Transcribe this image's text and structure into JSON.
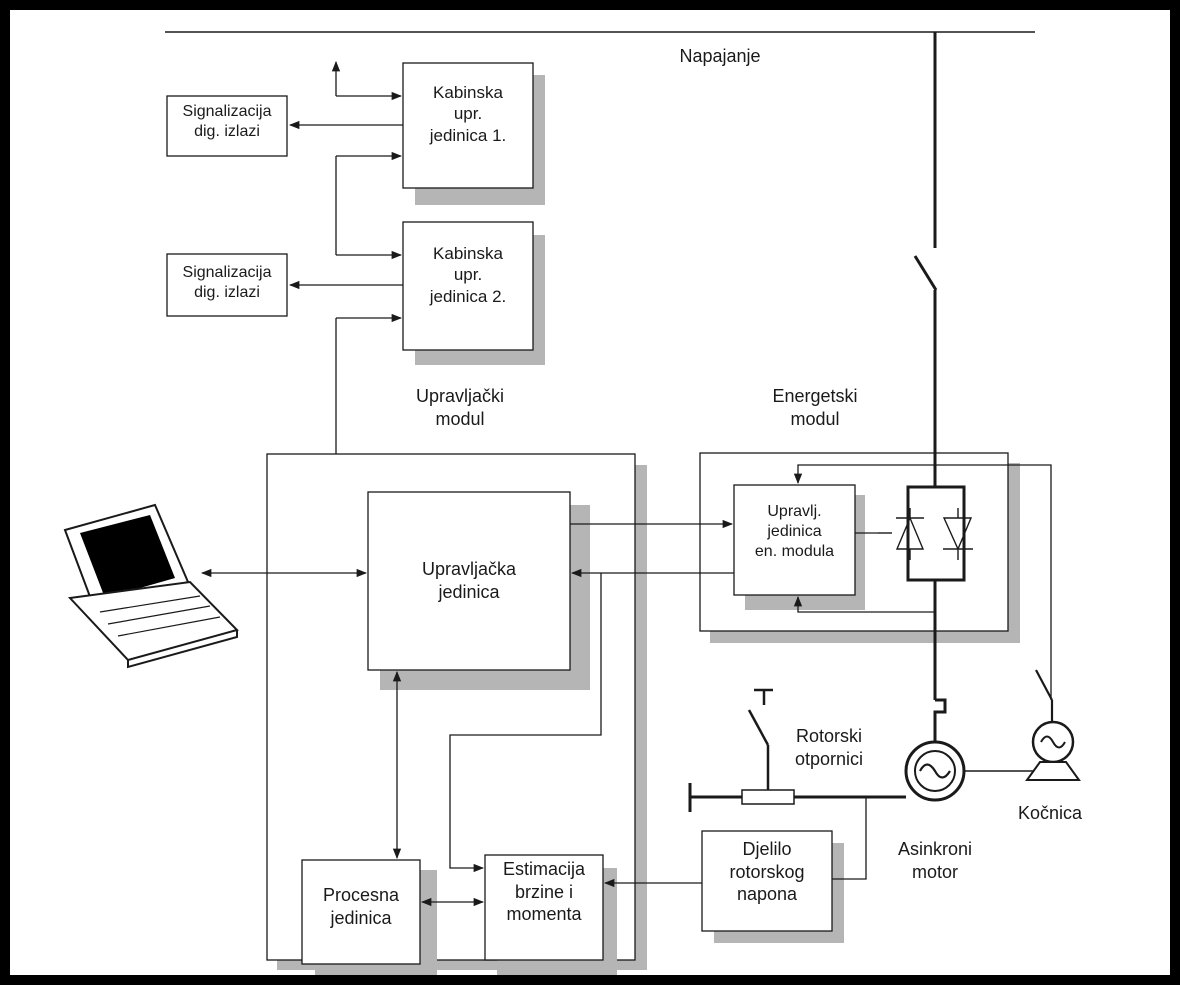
{
  "power_label": "Napajanje",
  "cabin1": [
    "Kabinska",
    "upr.",
    "jedinica 1."
  ],
  "cabin2": [
    "Kabinska",
    "upr.",
    "jedinica 2."
  ],
  "signal1": [
    "Signalizacija",
    "dig. izlazi"
  ],
  "signal2": [
    "Signalizacija",
    "dig. izlazi"
  ],
  "control_module_title": [
    "Upravljački",
    "modul"
  ],
  "energy_module_title": [
    "Energetski",
    "modul"
  ],
  "control_unit": [
    "Upravljačka",
    "jedinica"
  ],
  "energy_control_unit": [
    "Upravlj.",
    "jedinica",
    "en. modula"
  ],
  "process_unit": [
    "Procesna",
    "jedinica"
  ],
  "estimation_unit": [
    "Estimacija",
    "brzine i",
    "momenta"
  ],
  "voltage_divider": [
    "Djelilo",
    "rotorskog",
    "napona"
  ],
  "rotor_resistors": [
    "Rotorski",
    "otpornici"
  ],
  "motor": [
    "Asinkroni",
    "motor"
  ],
  "brake": "Kočnica",
  "colors": {
    "frame": "#000000",
    "paper": "#ffffff",
    "shadow": "#b5b5b5",
    "ink": "#1a1a1a"
  }
}
